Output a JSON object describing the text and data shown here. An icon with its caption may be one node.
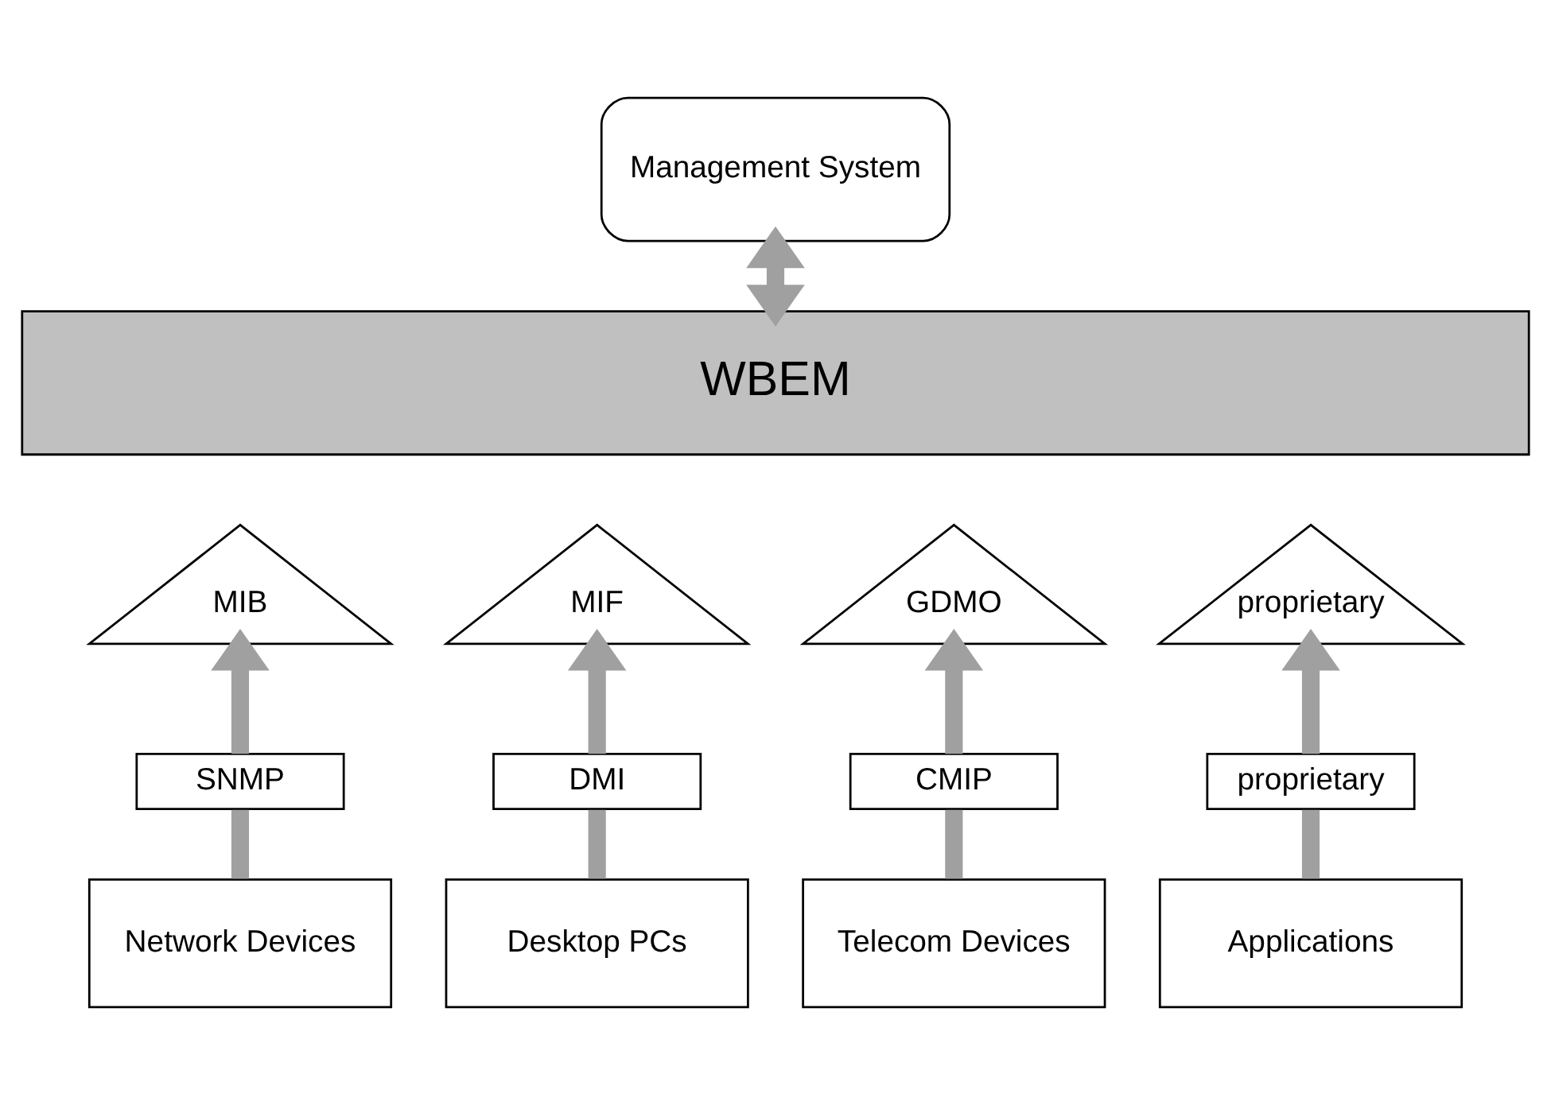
{
  "diagram": {
    "nodes": [
      {
        "text": [
          "Management System"
        ]
      },
      {
        "text": [
          "WBEM"
        ]
      },
      {
        "text": [
          "MIB"
        ]
      },
      {
        "text": [
          "MIF"
        ]
      },
      {
        "text": [
          "GDMO"
        ]
      },
      {
        "text": [
          "proprietary"
        ]
      },
      {
        "text": [
          "SNMP"
        ]
      },
      {
        "text": [
          "DMI"
        ]
      },
      {
        "text": [
          "CMIP"
        ]
      },
      {
        "text": [
          "proprietary"
        ]
      },
      {
        "text": [
          "Network Devices"
        ]
      },
      {
        "text": [
          "Desktop PCs"
        ]
      },
      {
        "text": [
          "Telecom Devices"
        ]
      },
      {
        "text": [
          "Applications"
        ]
      }
    ],
    "edges": [
      {
        "from": 1,
        "to": 0,
        "arrow": "both"
      },
      {
        "from": 10,
        "to": 6,
        "arrow": "none"
      },
      {
        "from": 6,
        "to": 2,
        "arrow": "to"
      },
      {
        "from": 11,
        "to": 7,
        "arrow": "none"
      },
      {
        "from": 7,
        "to": 3,
        "arrow": "to"
      },
      {
        "from": 12,
        "to": 8,
        "arrow": "none"
      },
      {
        "from": 8,
        "to": 4,
        "arrow": "to"
      },
      {
        "from": 13,
        "to": 9,
        "arrow": "none"
      },
      {
        "from": 9,
        "to": 5,
        "arrow": "to"
      }
    ]
  }
}
